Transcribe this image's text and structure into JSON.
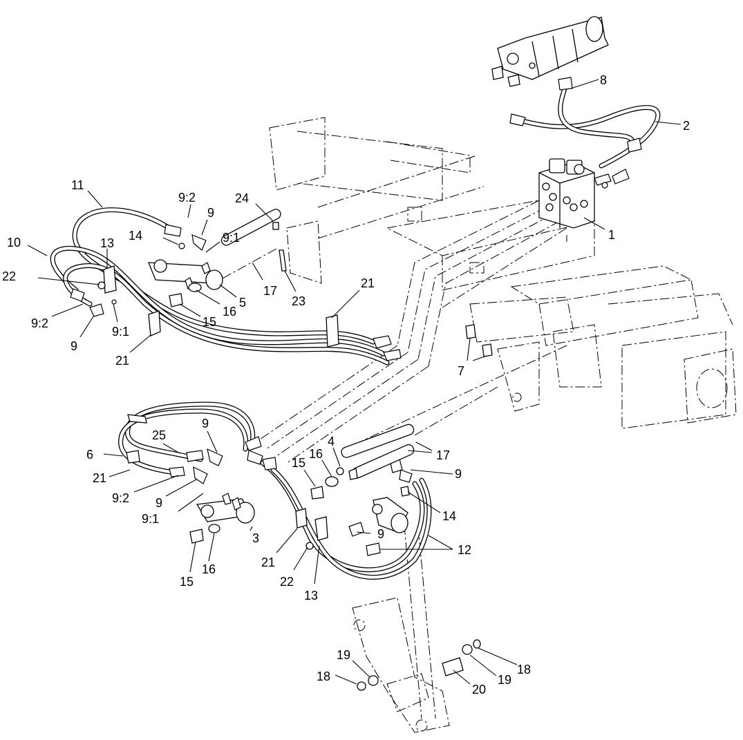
{
  "callouts": [
    {
      "id": "c-1",
      "text": "1"
    },
    {
      "id": "c-2",
      "text": "2"
    },
    {
      "id": "c-3",
      "text": "3"
    },
    {
      "id": "c-4",
      "text": "4"
    },
    {
      "id": "c-5",
      "text": "5"
    },
    {
      "id": "c-6",
      "text": "6"
    },
    {
      "id": "c-7",
      "text": "7"
    },
    {
      "id": "c-8",
      "text": "8"
    },
    {
      "id": "c-9a",
      "text": "9"
    },
    {
      "id": "c-9b",
      "text": "9"
    },
    {
      "id": "c-9c",
      "text": "9"
    },
    {
      "id": "c-9d",
      "text": "9"
    },
    {
      "id": "c-9e",
      "text": "9"
    },
    {
      "id": "c-9f",
      "text": "9"
    },
    {
      "id": "c-9-1a",
      "text": "9:1"
    },
    {
      "id": "c-9-1b",
      "text": "9:1"
    },
    {
      "id": "c-9-1c",
      "text": "9:1"
    },
    {
      "id": "c-9-2a",
      "text": "9:2"
    },
    {
      "id": "c-9-2b",
      "text": "9:2"
    },
    {
      "id": "c-9-2c",
      "text": "9:2"
    },
    {
      "id": "c-10",
      "text": "10"
    },
    {
      "id": "c-11",
      "text": "11"
    },
    {
      "id": "c-12",
      "text": "12"
    },
    {
      "id": "c-13a",
      "text": "13"
    },
    {
      "id": "c-13b",
      "text": "13"
    },
    {
      "id": "c-14a",
      "text": "14"
    },
    {
      "id": "c-14b",
      "text": "14"
    },
    {
      "id": "c-15a",
      "text": "15"
    },
    {
      "id": "c-15b",
      "text": "15"
    },
    {
      "id": "c-15c",
      "text": "15"
    },
    {
      "id": "c-16a",
      "text": "16"
    },
    {
      "id": "c-16b",
      "text": "16"
    },
    {
      "id": "c-16c",
      "text": "16"
    },
    {
      "id": "c-17a",
      "text": "17"
    },
    {
      "id": "c-17b",
      "text": "17"
    },
    {
      "id": "c-18a",
      "text": "18"
    },
    {
      "id": "c-18b",
      "text": "18"
    },
    {
      "id": "c-19a",
      "text": "19"
    },
    {
      "id": "c-19b",
      "text": "19"
    },
    {
      "id": "c-20",
      "text": "20"
    },
    {
      "id": "c-21a",
      "text": "21"
    },
    {
      "id": "c-21b",
      "text": "21"
    },
    {
      "id": "c-21c",
      "text": "21"
    },
    {
      "id": "c-21d",
      "text": "21"
    },
    {
      "id": "c-22a",
      "text": "22"
    },
    {
      "id": "c-22b",
      "text": "22"
    },
    {
      "id": "c-23",
      "text": "23"
    },
    {
      "id": "c-24",
      "text": "24"
    },
    {
      "id": "c-25",
      "text": "25"
    }
  ]
}
